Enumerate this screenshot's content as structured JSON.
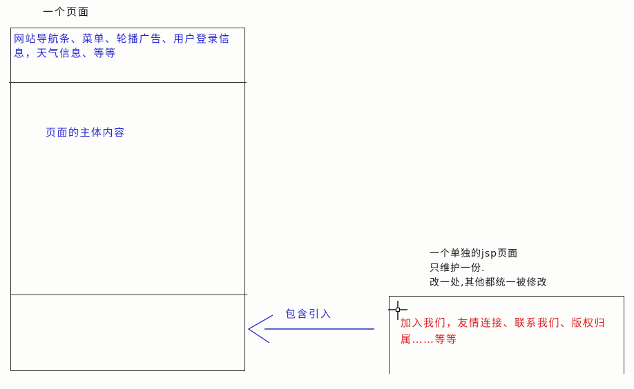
{
  "diagram": {
    "page_title": "一个页面",
    "left_box": {
      "header_section": "网站导航条、菜单、轮播广告、用户登录信息，天气信息、等等",
      "main_section": "页面的主体内容",
      "footer_section": ""
    },
    "arrow": {
      "label": "包含引入",
      "direction": "right-to-left"
    },
    "right_note": {
      "lines": [
        "一个单独的jsp页面",
        "只维护一份.",
        "改一处,其他都统一被修改"
      ]
    },
    "right_box": {
      "content": "加入我们，友情连接、联系我们、版权归属……等等"
    },
    "colors": {
      "background": "#fdfefc",
      "border": "#333333",
      "blue_text": "#2a2ad0",
      "red_text": "#e02020",
      "black_text": "#1a1a1a"
    },
    "icons": {
      "cursor": "crosshair-cursor-icon",
      "arrow": "left-arrow-icon"
    }
  }
}
